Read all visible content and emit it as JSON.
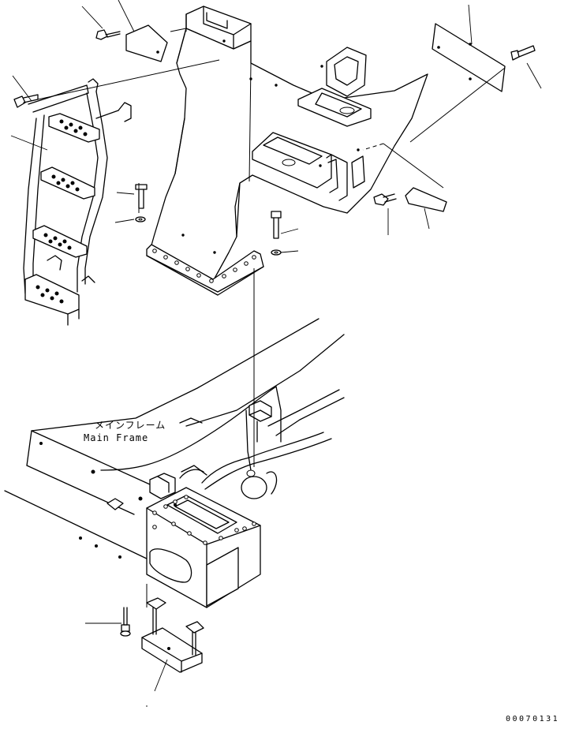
{
  "callouts": {
    "main_frame_jp": "メインフレーム",
    "main_frame_en": "Main Frame"
  },
  "drawing_number": "00070131",
  "icons": [
    "ladder",
    "step-frame",
    "bolt",
    "washer",
    "cover-plate",
    "main-frame",
    "mount-bracket"
  ]
}
